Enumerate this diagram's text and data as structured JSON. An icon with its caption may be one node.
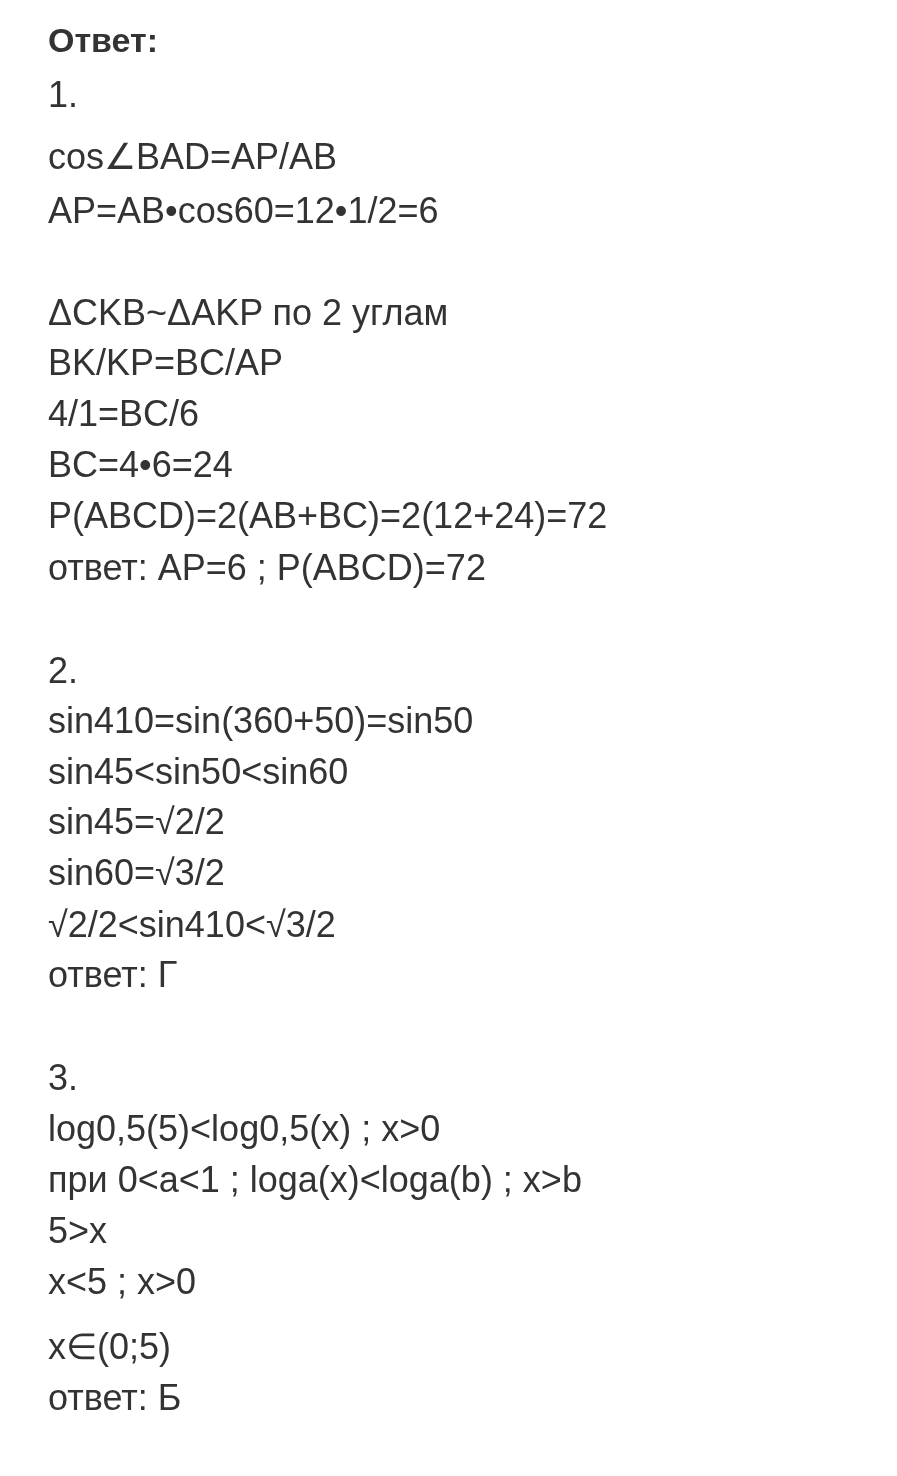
{
  "diagram": {
    "title": "Ответ:",
    "labels": [
      "1.",
      "cos∠BAD=AP/AB",
      "AP=AB•cos60=12•1/2=6",
      "ΔCKB~ΔAKP по 2 углам",
      "BK/KP=BC/AP",
      "4/1=BC/6",
      "BC=4•6=24",
      "P(ABCD)=2(AB+BC)=2(12+24)=72",
      "ответ: AP=6 ; P(ABCD)=72",
      "2.",
      "sin410=sin(360+50)=sin50",
      "sin45<sin50<sin60",
      "sin45=√2/2",
      "sin60=√3/2",
      "√2/2<sin410<√3/2",
      "ответ: Г",
      "3.",
      "log0,5(5)<log0,5(x) ; x>0",
      "при 0<a<1 ; loga(x)<loga(b) ; x>b",
      "5>x",
      "x<5 ; x>0",
      "x∈(0;5)",
      "ответ: Б"
    ]
  }
}
